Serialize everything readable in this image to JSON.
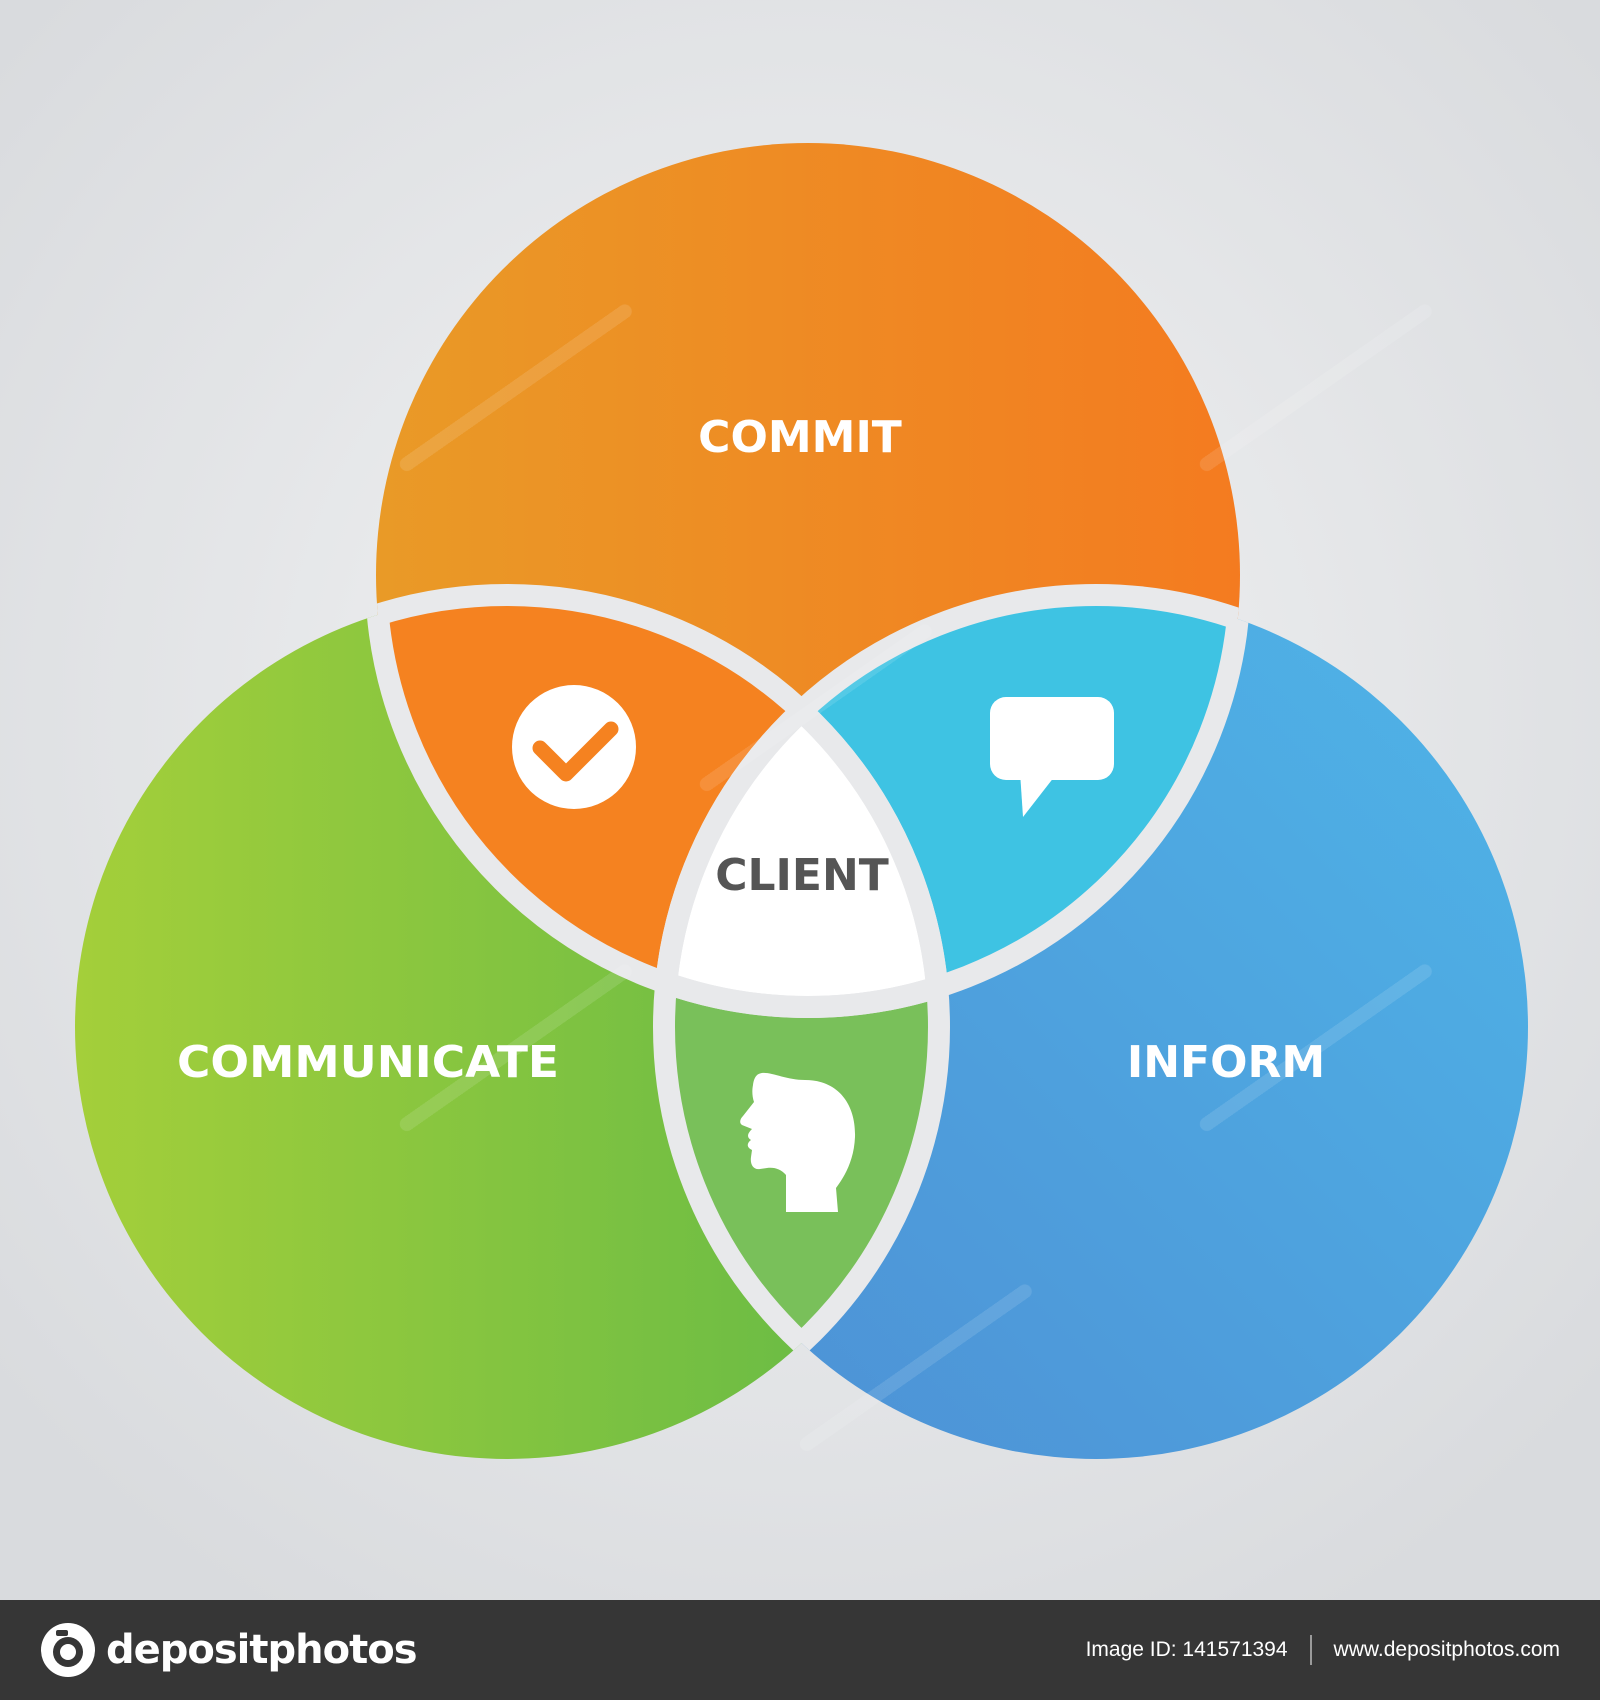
{
  "diagram": {
    "circles": [
      {
        "id": "commit",
        "label": "COMMIT",
        "colors": [
          "#e99a27",
          "#f47b20"
        ]
      },
      {
        "id": "communicate",
        "label": "COMMUNICATE",
        "colors": [
          "#a4cf3a",
          "#62b946"
        ]
      },
      {
        "id": "inform",
        "label": "INFORM",
        "colors": [
          "#4d8fd4",
          "#4fb5e8"
        ]
      }
    ],
    "center": {
      "label": "CLIENT",
      "color": "#ffffff",
      "text_color": "#555555"
    },
    "overlaps": [
      {
        "id": "commit-communicate",
        "icon": "checkmark-icon",
        "color": "#f58220"
      },
      {
        "id": "commit-inform",
        "icon": "speech-bubble-icon",
        "color": "#3ec3e3"
      },
      {
        "id": "communicate-inform",
        "icon": "head-profile-icon",
        "color": "#79c05a"
      }
    ],
    "divider_color": "#e8e9eb"
  },
  "footer": {
    "brand": "depositphotos",
    "image_id_label": "Image ID: 141571394",
    "url": "www.depositphotos.com"
  }
}
